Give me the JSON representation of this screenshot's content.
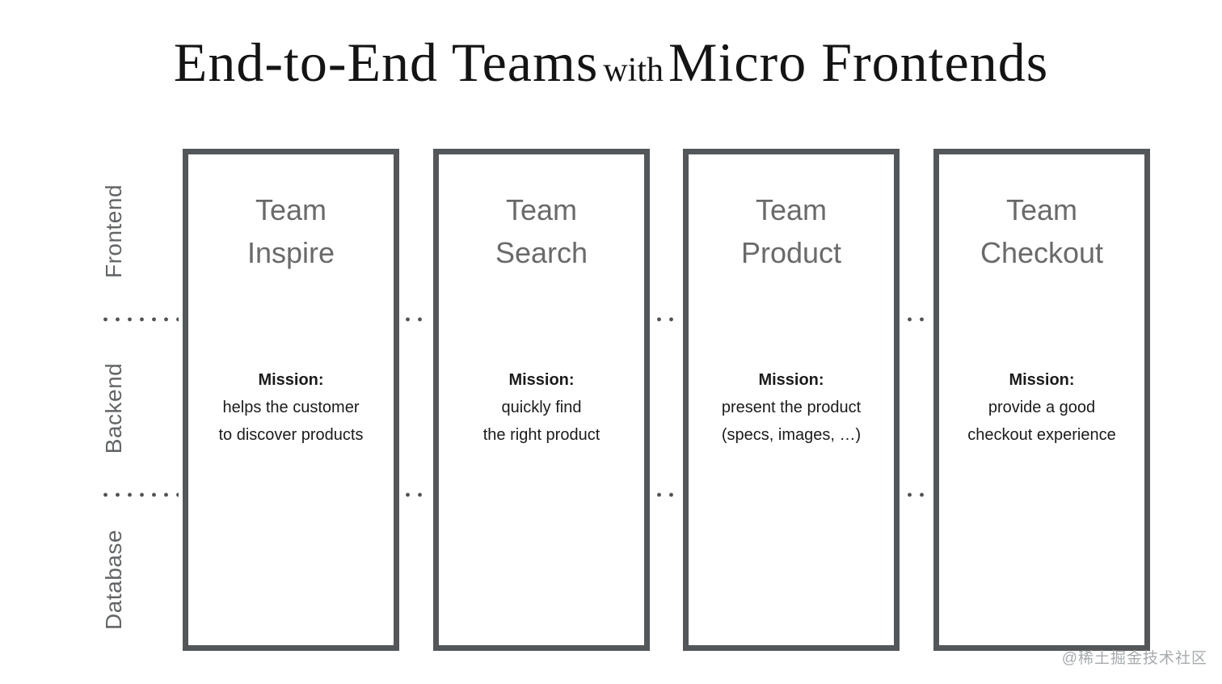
{
  "title": {
    "part1": "End-to-End Teams",
    "part2": "with",
    "part3": "Micro Frontends"
  },
  "layers": [
    {
      "label": "Frontend"
    },
    {
      "label": "Backend"
    },
    {
      "label": "Database"
    }
  ],
  "teams": [
    {
      "line1": "Team",
      "line2": "Inspire",
      "mission_label": "Mission:",
      "mission_lines": [
        "helps the customer",
        "to discover products"
      ]
    },
    {
      "line1": "Team",
      "line2": "Search",
      "mission_label": "Mission:",
      "mission_lines": [
        "quickly find",
        "the right product"
      ]
    },
    {
      "line1": "Team",
      "line2": "Product",
      "mission_label": "Mission:",
      "mission_lines": [
        "present the product",
        "(specs, images, …)"
      ]
    },
    {
      "line1": "Team",
      "line2": "Checkout",
      "mission_label": "Mission:",
      "mission_lines": [
        "provide a good",
        "checkout experience"
      ]
    }
  ],
  "watermark": "@稀土掘金技术社区",
  "colors": {
    "border": "#53575a",
    "team_name": "#6a6a6a",
    "mission_text": "#1b1b1b",
    "layer_label": "#636668",
    "dots": "#4f5355",
    "title_text": "#141414",
    "watermark": "#a6abae"
  }
}
